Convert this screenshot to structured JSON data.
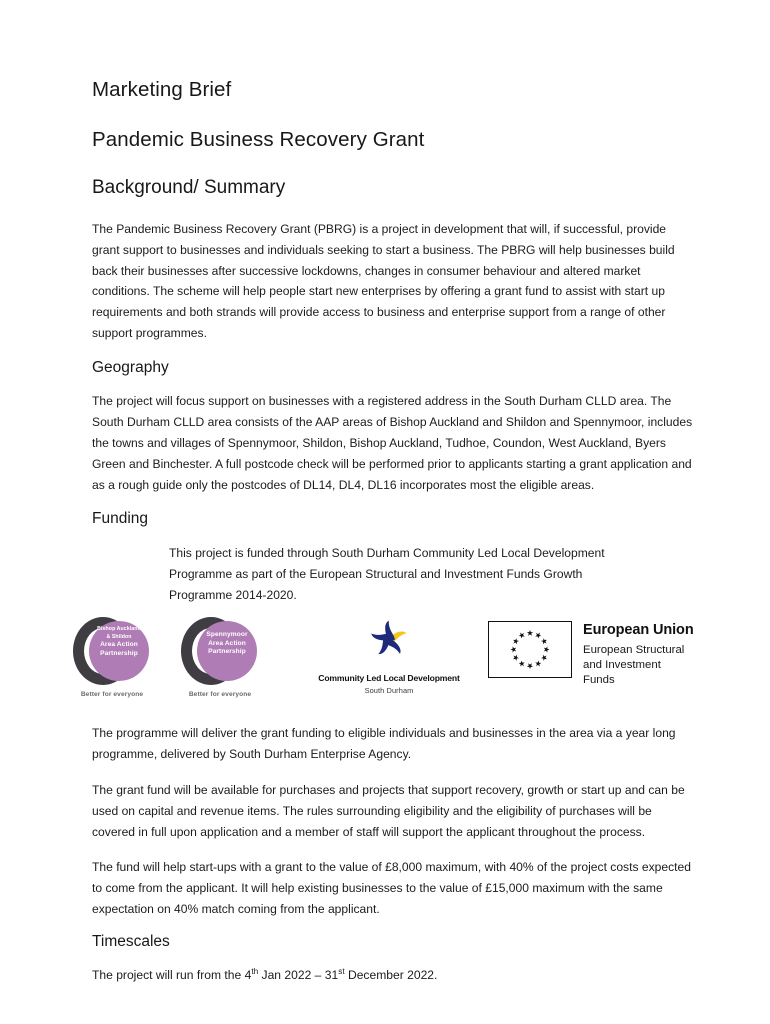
{
  "document": {
    "title": "Marketing Brief",
    "subtitle": "Pandemic Business Recovery Grant",
    "background_heading": "Background/ Summary",
    "background_paragraph": "The Pandemic Business Recovery Grant (PBRG) is a project in development that will, if successful, provide grant support to businesses and individuals seeking to start a business. The PBRG will help businesses build back their businesses after successive lockdowns, changes in consumer behaviour and altered market conditions. The scheme will help people start new enterprises by offering a grant fund to assist with start up requirements and both strands will provide access to business and enterprise support from a range of other support programmes.",
    "geography_heading": "Geography",
    "geography_paragraph": "The project will focus support on businesses with a registered address in the South Durham CLLD area. The South Durham CLLD area consists of the AAP areas of Bishop Auckland and Shildon and Spennymoor, includes the towns and villages of Spennymoor, Shildon, Bishop Auckland, Tudhoe, Coundon, West Auckland, Byers Green and Binchester. A full postcode check will be performed prior to applicants starting a grant application and as a rough guide only the postcodes of DL14, DL4, DL16 incorporates most the eligible areas.",
    "funding_heading": "Funding",
    "funding_paragraph": "This project is funded through South Durham Community Led Local Development Programme as part of the European Structural and Investment Funds Growth Programme 2014-2020.",
    "delivery_paragraph": "The programme will deliver the grant funding to eligible individuals and businesses in the area via a year long programme, delivered by South Durham Enterprise Agency.",
    "grant_fund_paragraph": "The grant fund will be available for purchases and projects that support recovery, growth or start up and can be used on capital and revenue items. The rules surrounding eligibility and the eligibility of purchases will be covered in full upon application and a member of staff will support the applicant throughout the process.",
    "fund_values_paragraph": "The fund will help start-ups with a grant to the value of £8,000 maximum, with 40% of the project costs expected to come from the applicant. It will help existing businesses to the value of £15,000 maximum with the same expectation on 40% match coming from the applicant.",
    "timescales_heading": "Timescales",
    "timescales_text": {
      "lead": "The project will run from the 4",
      "sup1": "th",
      "mid": " Jan 2022 – 31",
      "sup2": "st",
      "tail": " December 2022."
    }
  },
  "logos": {
    "aap_bishop": {
      "line1": "Bishop Auckland",
      "line2": "& Shildon",
      "line3": "Area Action",
      "line4": "Partnership",
      "tagline": "Better for everyone"
    },
    "aap_spennymoor": {
      "line1": "Spennymoor",
      "line2": "Area Action",
      "line3": "Partnership",
      "tagline": "Better for everyone"
    },
    "clld": {
      "name": "Community Led Local Development",
      "sub": "South Durham"
    },
    "eu": {
      "title": "European Union",
      "line1": "European Structural",
      "line2": "and Investment Funds"
    }
  },
  "colors": {
    "aap_purple": "#b07cb5",
    "aap_dark": "#3f3c42",
    "clld_blue": "#1f2a7a",
    "clld_yellow": "#f5c518",
    "page_background": "#ffffff",
    "text": "#1c1c1c"
  }
}
